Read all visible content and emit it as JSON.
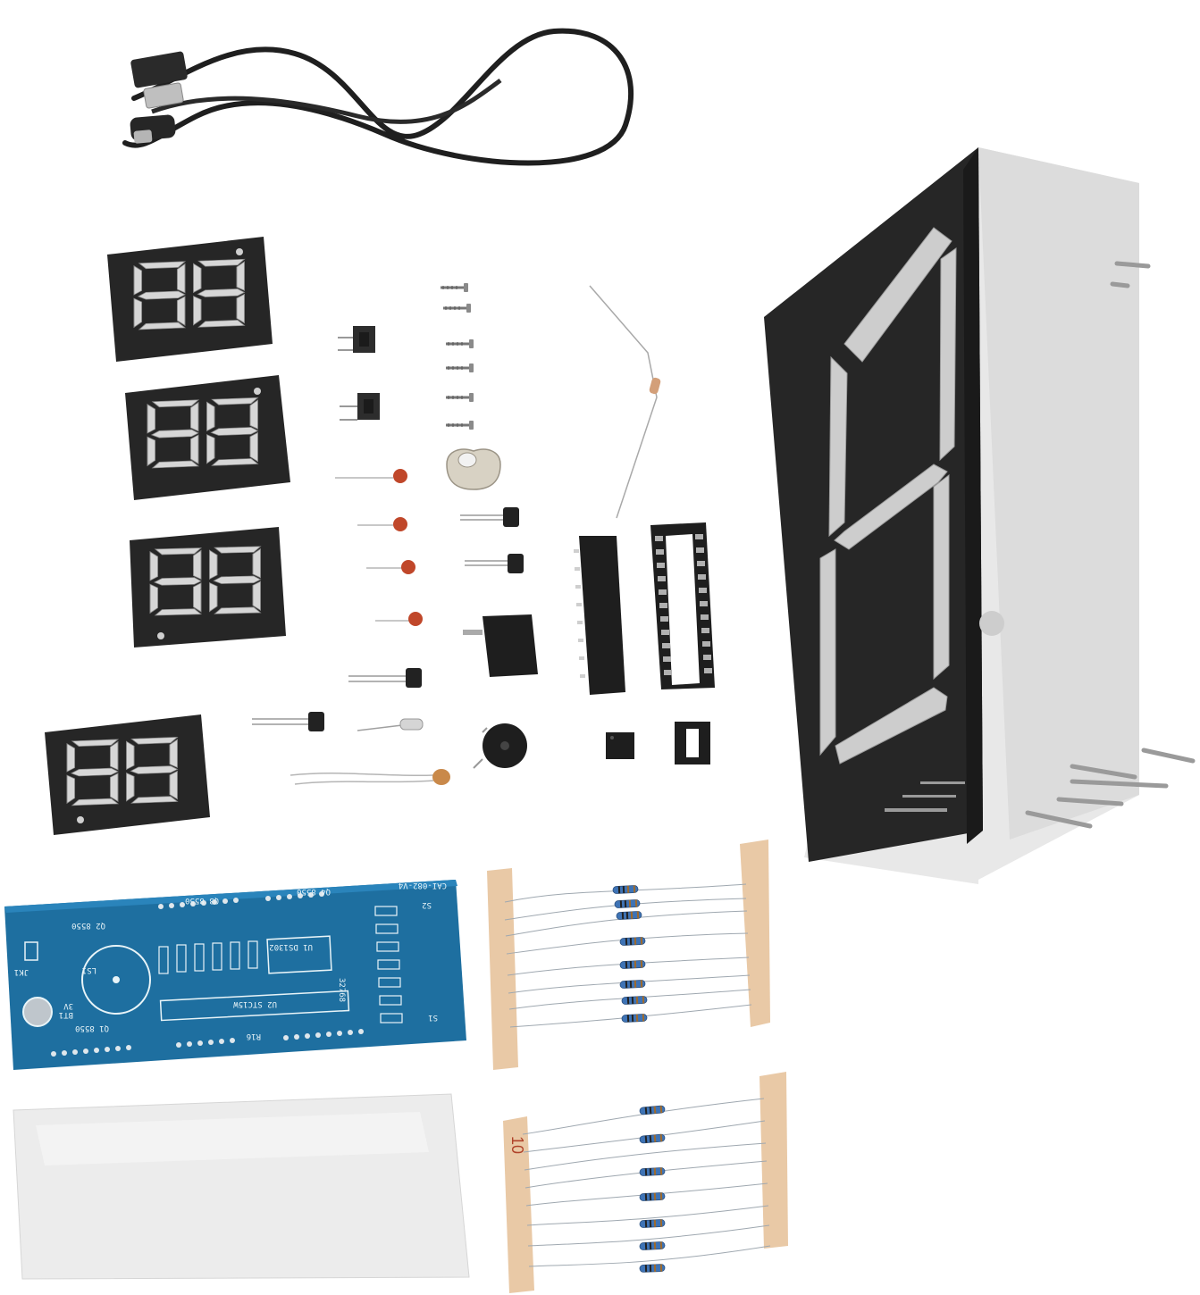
{
  "image": {
    "kind": "product-photo",
    "subject": "DIY digital clock kit components",
    "background_color": "#ffffff"
  },
  "pcb": {
    "color": "#1e6fa0",
    "labels": [
      "CAI-082-V4",
      "Q4 8550",
      "Q3 8550",
      "U1 DS1302",
      "U2 STC15W",
      "32768",
      "BT1",
      "3V",
      "LS1",
      "JK1",
      "Q2 8550",
      "Q1 8550",
      "R16",
      "S1",
      "S2"
    ]
  },
  "resistor_tape_marking": "10",
  "colors": {
    "display": "#262626",
    "segment": "#d9d9d9",
    "housing": "#e6e6e6",
    "tape": "#e9c9a6",
    "pcb": "#1e6fa0",
    "ceramic_cap": "#c0472a",
    "resistor_body": "#3e73b5"
  },
  "components": {
    "big_digit_display": "large single 7-segment LED display",
    "small_displays": 4,
    "usb_cable": "USB to DC barrel cable",
    "ic_sockets": 2,
    "ics": 2,
    "resistor_strips": 2
  }
}
